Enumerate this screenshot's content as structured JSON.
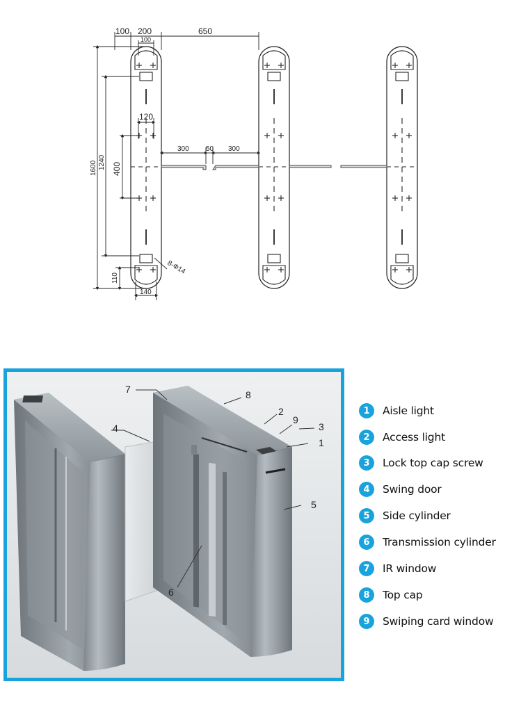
{
  "drawing": {
    "dims": {
      "d100_top": "100",
      "d200_top": "200",
      "d650": "650",
      "d100_inner": "100",
      "d120": "120",
      "d300_left": "300",
      "d50": "50",
      "d300_right": "300",
      "d400": "400",
      "d1600": "1600",
      "d1240": "1240",
      "d110": "110",
      "d140": "140",
      "hole_spec": "8-Φ14"
    }
  },
  "photo": {
    "callouts": [
      "1",
      "2",
      "3",
      "4",
      "5",
      "6",
      "7",
      "8",
      "9"
    ]
  },
  "legend": {
    "items": [
      {
        "num": "1",
        "label": "Aisle light"
      },
      {
        "num": "2",
        "label": "Access light"
      },
      {
        "num": "3",
        "label": "Lock top cap screw"
      },
      {
        "num": "4",
        "label": "Swing door"
      },
      {
        "num": "5",
        "label": "Side cylinder"
      },
      {
        "num": "6",
        "label": "Transmission cylinder"
      },
      {
        "num": "7",
        "label": "IR window"
      },
      {
        "num": "8",
        "label": "Top cap"
      },
      {
        "num": "9",
        "label": "Swiping card window"
      }
    ]
  },
  "colors": {
    "accent": "#19a3dd",
    "line": "#222222",
    "steel": "#9ba3a9"
  }
}
